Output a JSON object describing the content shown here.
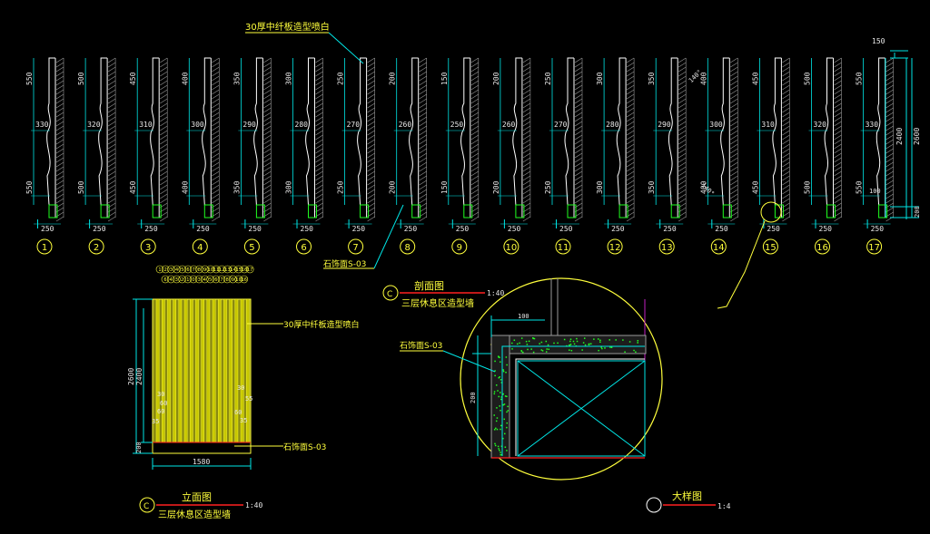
{
  "labels": {
    "top_note": "30厚中纤板造型喷白",
    "stone_note": "石饰面S-03",
    "elev_note_top": "30厚中纤板造型喷白",
    "elev_note_bottom": "石饰面S-03",
    "section_stone": "石饰面S-03",
    "section_dim_top": "100",
    "section_dim_side": "200",
    "elev_width": "1580",
    "elev_height_1": "2600",
    "elev_height_2": "2400",
    "elev_base": "200",
    "elev_dims_left": [
      "30",
      "60",
      "60",
      "35"
    ],
    "elev_dims_right": [
      "30",
      "55",
      "60",
      "35"
    ],
    "right_dim_150": "150",
    "right_dim_2400": "2400",
    "right_dim_2600": "2600",
    "right_dim_200": "200",
    "item14_top_angle": "140°",
    "item14_bot_angle": "140°",
    "item17_base": "100",
    "elev_top_markers": [
      "1",
      "2",
      "3",
      "4",
      "5",
      "6",
      "7",
      "8",
      "9",
      "10",
      "11",
      "12",
      "13",
      "14",
      "15",
      "16",
      "17"
    ],
    "elev_sub_markers": [
      "6",
      "4",
      "3",
      "2",
      "1",
      "0",
      "3",
      "4",
      "5",
      "6",
      "7",
      "8",
      "9",
      "10",
      "16"
    ]
  },
  "titles": {
    "section_symbol": "C",
    "section_title": "剖面图",
    "section_scale": "1:40",
    "section_sub": "三层休息区造型墙",
    "elev_symbol": "C",
    "elev_title": "立面图",
    "elev_scale": "1:40",
    "elev_sub": "三层休息区造型墙",
    "detail_title": "大样图",
    "detail_scale": "1:4"
  },
  "profiles": [
    {
      "id": "1",
      "top": "550",
      "mid": "330",
      "bot": "550",
      "base": "250"
    },
    {
      "id": "2",
      "top": "500",
      "mid": "320",
      "bot": "500",
      "base": "250"
    },
    {
      "id": "3",
      "top": "450",
      "mid": "310",
      "bot": "450",
      "base": "250"
    },
    {
      "id": "4",
      "top": "400",
      "mid": "300",
      "bot": "400",
      "base": "250"
    },
    {
      "id": "5",
      "top": "350",
      "mid": "290",
      "bot": "350",
      "base": "250"
    },
    {
      "id": "6",
      "top": "300",
      "mid": "280",
      "bot": "300",
      "base": "250"
    },
    {
      "id": "7",
      "top": "250",
      "mid": "270",
      "bot": "250",
      "base": "250"
    },
    {
      "id": "8",
      "top": "200",
      "mid": "260",
      "bot": "200",
      "base": "250"
    },
    {
      "id": "9",
      "top": "150",
      "mid": "250",
      "bot": "150",
      "base": "250"
    },
    {
      "id": "10",
      "top": "200",
      "mid": "260",
      "bot": "200",
      "base": "250"
    },
    {
      "id": "11",
      "top": "250",
      "mid": "270",
      "bot": "250",
      "base": "250"
    },
    {
      "id": "12",
      "top": "300",
      "mid": "280",
      "bot": "300",
      "base": "250"
    },
    {
      "id": "13",
      "top": "350",
      "mid": "290",
      "bot": "350",
      "base": "250"
    },
    {
      "id": "14",
      "top": "400",
      "mid": "300",
      "bot": "400",
      "base": "250"
    },
    {
      "id": "15",
      "top": "450",
      "mid": "310",
      "bot": "450",
      "base": "250"
    },
    {
      "id": "16",
      "top": "500",
      "mid": "320",
      "bot": "500",
      "base": "250"
    },
    {
      "id": "17",
      "top": "550",
      "mid": "330",
      "bot": "550",
      "base": "250"
    }
  ],
  "colors": {
    "yellow": "#ffff3c",
    "cyan": "#00e6e6",
    "green": "#20ff20",
    "red": "#ff2020",
    "magenta": "#c020c0",
    "white": "#ffffff",
    "grey": "#9a9a9a",
    "olive": "#c8c800"
  }
}
